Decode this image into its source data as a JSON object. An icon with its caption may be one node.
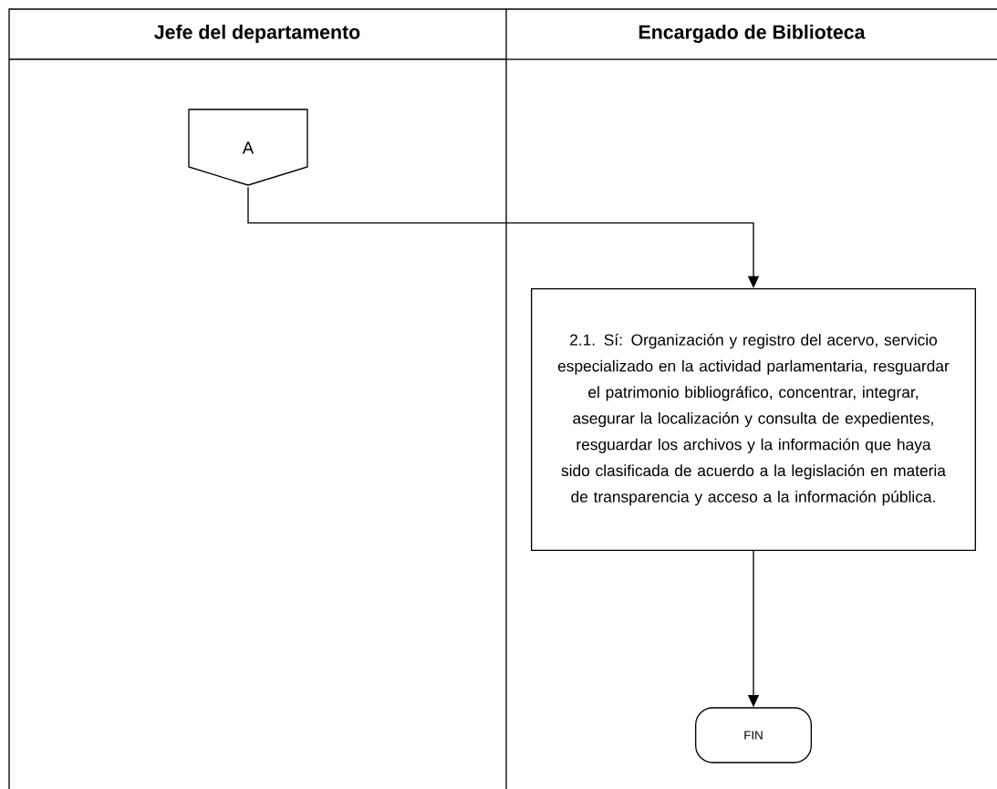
{
  "diagram": {
    "nodes": [
      {
        "text": [
          "Jefe del departamento"
        ]
      },
      {
        "text": [
          "Encargado de Biblioteca"
        ]
      },
      {
        "text": [
          "A"
        ],
        "in": 0
      },
      {
        "text": [
          "2.1. Sí: Organización y registro del acervo, servicio especializado en la actividad parlamentaria, resguardar el patrimonio bibliográfico, concentrar, integrar, asegurar la localización y consulta de expedientes, resguardar los archivos y la información que haya sido clasificada de acuerdo  a la legislación en materia de transparencia y acceso a la información pública."
        ],
        "in": 1
      },
      {
        "text": [
          "FIN"
        ],
        "in": 1
      }
    ],
    "edges": [
      {
        "from": 2,
        "to": 3,
        "arrow": "to"
      },
      {
        "from": 3,
        "to": 4,
        "arrow": "to"
      }
    ]
  }
}
